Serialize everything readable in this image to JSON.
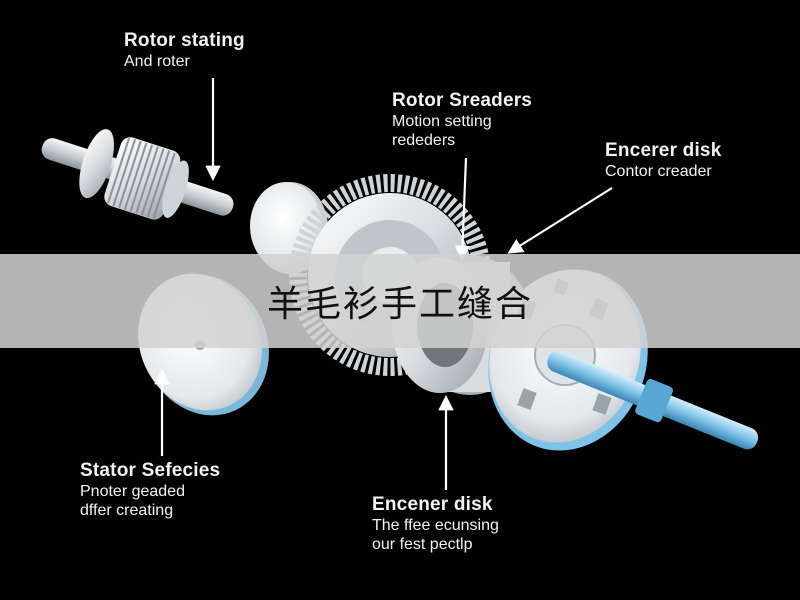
{
  "labels": {
    "rotor_stating": {
      "title": "Rotor stating",
      "lines": [
        "And roter"
      ]
    },
    "rotor_sreaders": {
      "title": "Rotor Sreaders",
      "lines": [
        "Motion setting",
        "rededers"
      ]
    },
    "encerer_disk": {
      "title": "Encerer disk",
      "lines": [
        "Contor creader"
      ]
    },
    "stator_sefecies": {
      "title": "Stator Sefecies",
      "lines": [
        "Pnoter geaded",
        "dffer creating"
      ]
    },
    "encener_disk": {
      "title": "Encener disk",
      "lines": [
        "The ffee ecunsing",
        "our fest pectlp"
      ]
    }
  },
  "banner": {
    "text": "羊毛衫手工缝合"
  },
  "colors": {
    "background": "#020202",
    "parts": "#e8ecef",
    "accent_shaft": "#7fc3e8",
    "banner": "#d2d2d2"
  }
}
